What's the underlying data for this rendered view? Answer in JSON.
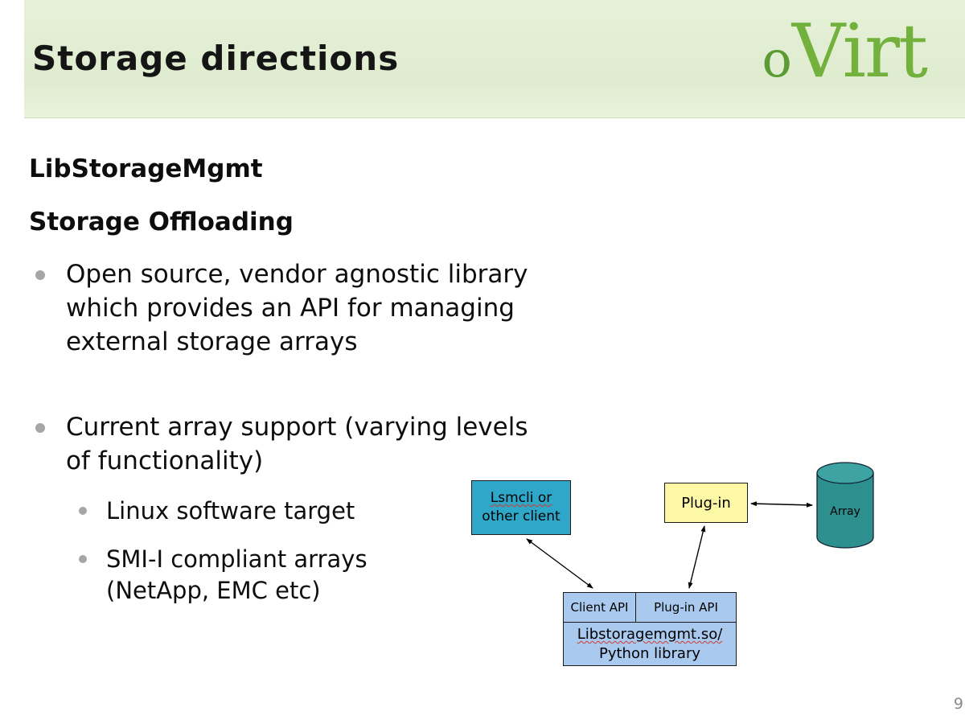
{
  "header": {
    "title": "Storage directions",
    "logo_o": "o",
    "logo_virt": "Virt"
  },
  "body": {
    "heading_libstoragemgmt": "LibStorageMgmt",
    "heading_storage_offloading": "Storage Offloading",
    "bullet1": "Open source, vendor agnostic library which provides an API for managing external storage arrays",
    "bullet2": "Current array support (varying levels of functionality)",
    "sub_bullet1": "Linux software target",
    "sub_bullet2": "SMI-I compliant arrays (NetApp, EMC etc)"
  },
  "diagram": {
    "client_line1": "Lsmcli or",
    "client_line2": "other client",
    "plugin": "Plug-in",
    "array": "Array",
    "client_api": "Client API",
    "plugin_api": "Plug-in API",
    "lib_line1": "Libstoragemgmt.so/",
    "lib_line2": "Python library"
  },
  "footer": {
    "page_number": "9"
  },
  "colors": {
    "header_band": "#e3efd4",
    "title_text": "#151515",
    "logo_green_dark": "#5a9b33",
    "logo_green": "#72b13c",
    "client_box_fill": "#2fa7c9",
    "plugin_box_fill": "#fdf8a5",
    "array_fill": "#2e8f8f",
    "array_top_fill": "#3da3a3",
    "api_fill": "#a9c9ee",
    "bullet_dot": "#a6a6a6",
    "squiggle_red": "#d43a2f"
  }
}
